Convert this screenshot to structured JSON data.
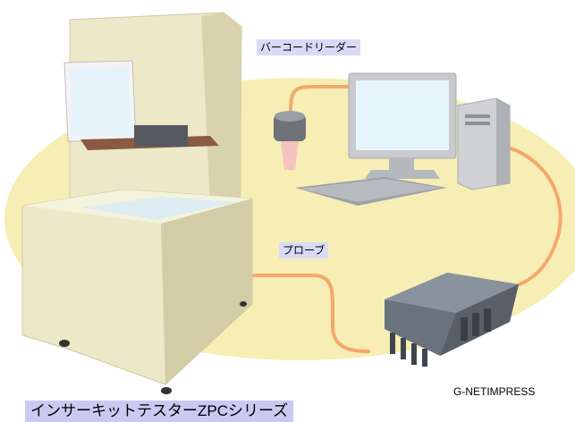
{
  "labels": {
    "barcode_reader": "バーコードリーダー",
    "probe": "プローブ",
    "g_netimpress": "G-NETIMPRESS",
    "tester_series": "インサーキットテスターZPCシリーズ"
  },
  "colors": {
    "background_ellipse": "#f6edb2",
    "cable": "#f4a86a",
    "machine_body": "#ece8c8",
    "machine_shadow": "#c9c4a0",
    "label_bg": "#d9daf7",
    "computer": "#c8cacd",
    "screen": "#e6f4fb",
    "device": "#6a737d"
  }
}
